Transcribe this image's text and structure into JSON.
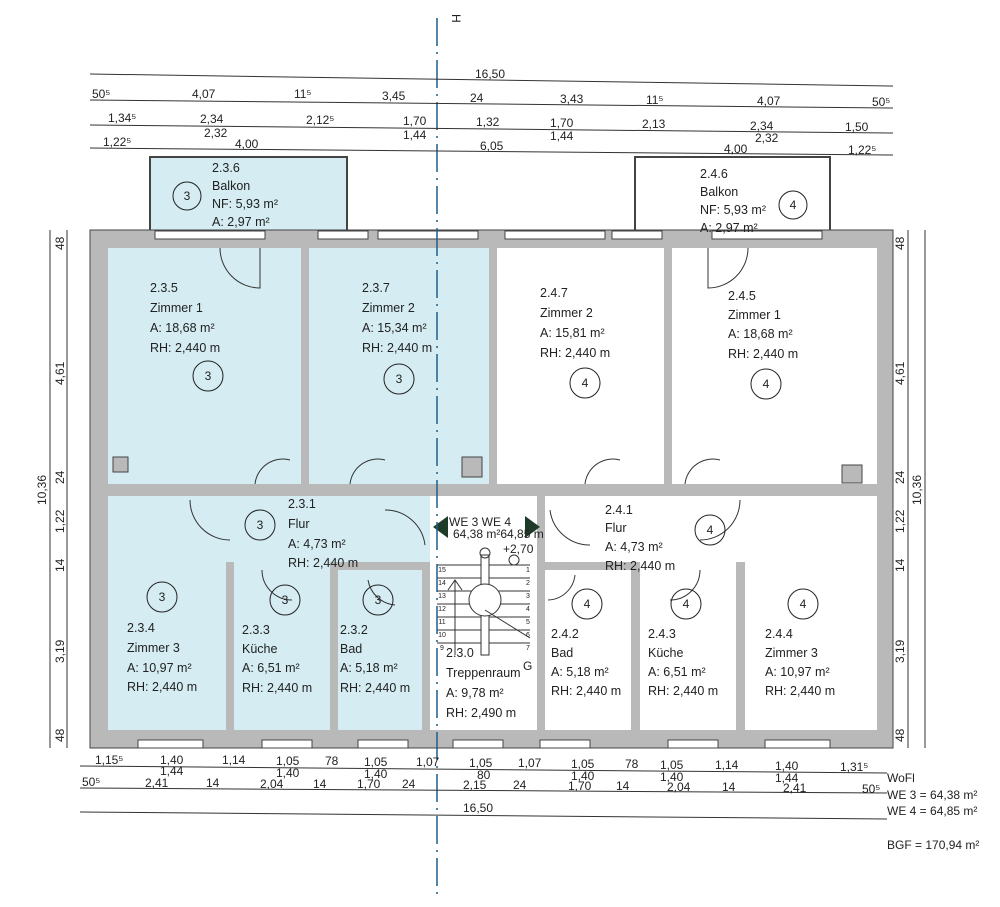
{
  "axis_marker": "H",
  "dimensions": {
    "top_total": "16,50",
    "top_row1": [
      "50⁵",
      "4,07",
      "11⁵",
      "3,45",
      "24",
      "3,43",
      "11⁵",
      "4,07",
      "50⁵"
    ],
    "top_row2": [
      "1,34⁵",
      "2,34",
      "2,12⁵",
      "1,70",
      "1,32",
      "1,70",
      "2,13",
      "2,34",
      "1,50"
    ],
    "top_row2_sub": [
      "2,32",
      "1,44",
      "1,44",
      "2,32"
    ],
    "top_row3": [
      "1,22⁵",
      "4,00",
      "6,05",
      "4,00",
      "1,22⁵"
    ],
    "bottom_row1": [
      "1,15⁵",
      "1,40",
      "1,14",
      "1,05",
      "78",
      "1,05",
      "1,07",
      "1,05",
      "1,07",
      "1,05",
      "78",
      "1,05",
      "1,14",
      "1,40",
      "1,31⁵"
    ],
    "bottom_row1_sub": [
      "1,44",
      "1,40",
      "1,40",
      "80",
      "1,40",
      "1,40",
      "1,44"
    ],
    "bottom_row2": [
      "50⁵",
      "2,41",
      "14",
      "2,04",
      "14",
      "1,70",
      "24",
      "2,15",
      "24",
      "1,70",
      "14",
      "2,04",
      "14",
      "2,41",
      "50⁵"
    ],
    "bottom_total": "16,50",
    "left": [
      "48",
      "4,61",
      "24",
      "1,22",
      "14",
      "3,19",
      "48"
    ],
    "left_total": "10,36",
    "right": [
      "48",
      "4,61",
      "24",
      "1,22",
      "14",
      "3,19",
      "48"
    ],
    "right_total": "10,36"
  },
  "rooms": [
    {
      "id": "2.3.6",
      "name": "Balkon",
      "l1": "NF: 5,93 m²",
      "l2": "A:  2,97 m²",
      "marker": "3"
    },
    {
      "id": "2.4.6",
      "name": "Balkon",
      "l1": "NF: 5,93 m²",
      "l2": "A:  2,97 m²",
      "marker": "4"
    },
    {
      "id": "2.3.5",
      "name": "Zimmer 1",
      "l1": "A:  18,68 m²",
      "l2": "RH: 2,440 m",
      "marker": "3"
    },
    {
      "id": "2.3.7",
      "name": "Zimmer 2",
      "l1": "A:  15,34 m²",
      "l2": "RH: 2,440 m",
      "marker": "3"
    },
    {
      "id": "2.4.7",
      "name": "Zimmer 2",
      "l1": "A:  15,81 m²",
      "l2": "RH: 2,440 m",
      "marker": "4"
    },
    {
      "id": "2.4.5",
      "name": "Zimmer 1",
      "l1": "A:  18,68 m²",
      "l2": "RH: 2,440 m",
      "marker": "4"
    },
    {
      "id": "2.3.1",
      "name": "Flur",
      "l1": "A:    4,73 m²",
      "l2": "RH: 2,440 m",
      "marker": "3"
    },
    {
      "id": "2.4.1",
      "name": "Flur",
      "l1": "A:    4,73 m²",
      "l2": "RH: 2,440 m",
      "marker": "4"
    },
    {
      "id": "2.3.4",
      "name": "Zimmer 3",
      "l1": "A:  10,97 m²",
      "l2": "RH: 2,440 m",
      "marker": "3"
    },
    {
      "id": "2.3.3",
      "name": "Küche",
      "l1": "A:    6,51 m²",
      "l2": "RH: 2,440 m",
      "marker": "3"
    },
    {
      "id": "2.3.2",
      "name": "Bad",
      "l1": "A:    5,18 m²",
      "l2": "RH: 2,440 m",
      "marker": "3"
    },
    {
      "id": "2.3.0",
      "name": "Treppenraum",
      "l1": "A:    9,78 m²",
      "l2": "RH: 2,490 m"
    },
    {
      "id": "2.4.2",
      "name": "Bad",
      "l1": "A:    5,18 m²",
      "l2": "RH: 2,440 m",
      "marker": "4"
    },
    {
      "id": "2.4.3",
      "name": "Küche",
      "l1": "A:    6,51 m²",
      "l2": "RH: 2,440 m",
      "marker": "4"
    },
    {
      "id": "2.4.4",
      "name": "Zimmer 3",
      "l1": "A:  10,97 m²",
      "l2": "RH: 2,440 m",
      "marker": "4"
    }
  ],
  "stairs": {
    "units": "WE 3 WE 4",
    "areas": "64,38 m²64,85 m",
    "level": "+2,70",
    "symbol": "G",
    "steps_right": [
      "1",
      "2",
      "3",
      "4",
      "5",
      "6",
      "7"
    ],
    "steps_left": [
      "15",
      "14",
      "13",
      "12",
      "11",
      "10",
      "9"
    ]
  },
  "legend": {
    "wofl": "WoFl",
    "we3": "WE 3 = 64,38 m²",
    "we4": "WE 4 = 64,85 m²",
    "bgf": "BGF = 170,94 m²"
  },
  "colors": {
    "unit3_fill": "#d4ecf2",
    "wall": "#b9b9b9",
    "axis": "#1f5f8a"
  }
}
